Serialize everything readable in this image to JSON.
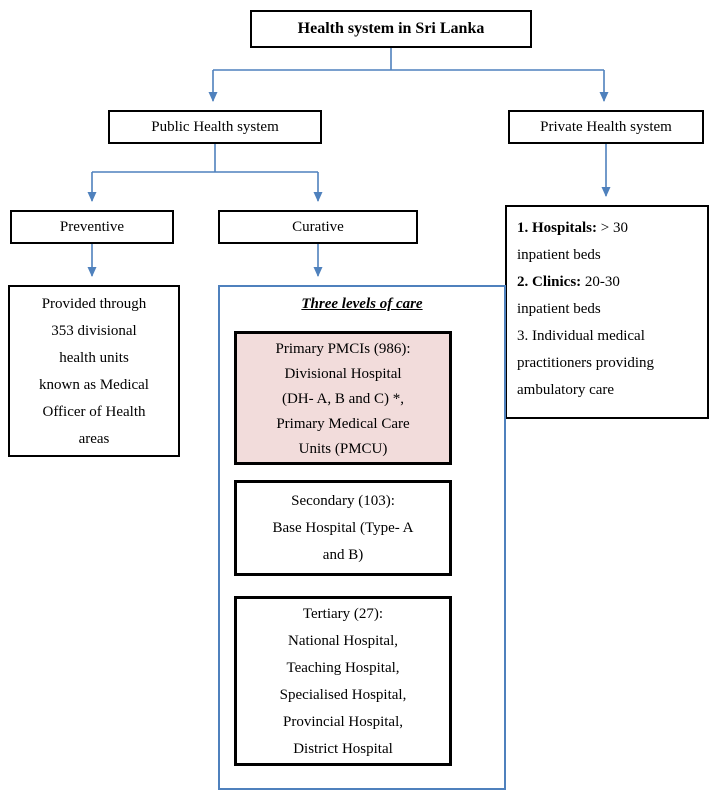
{
  "diagram": {
    "title": "Health system in Sri Lanka",
    "public_branch": {
      "label": "Public Health system"
    },
    "private_branch": {
      "label": "Private Health system",
      "details": [
        {
          "bold": "1. Hospitals:",
          "text": " > 30\ninpatient beds"
        },
        {
          "bold": "2. Clinics:",
          "text": " 20-30\ninpatient beds"
        },
        {
          "bold": "",
          "text": "3. Individual medical\npractitioners providing\nambulatory care"
        }
      ]
    },
    "preventive": {
      "label": "Preventive",
      "detail": "Provided through\n353 divisional\nhealth units\nknown as Medical\nOfficer of Health\nareas"
    },
    "curative": {
      "label": "Curative",
      "levels_title": "Three levels of care",
      "levels": {
        "primary": "Primary PMCIs (986):\nDivisional Hospital\n(DH- A, B and C) *,\nPrimary Medical Care\nUnits (PMCU)",
        "secondary": "Secondary (103):\nBase Hospital (Type- A\nand B)",
        "tertiary": "Tertiary (27):\nNational Hospital,\nTeaching Hospital,\nSpecialised Hospital,\nProvincial Hospital,\nDistrict Hospital"
      }
    },
    "colors": {
      "connector_blue": "#4f81bd",
      "primary_highlight": "#f2dcdb",
      "box_border": "#000000"
    }
  }
}
